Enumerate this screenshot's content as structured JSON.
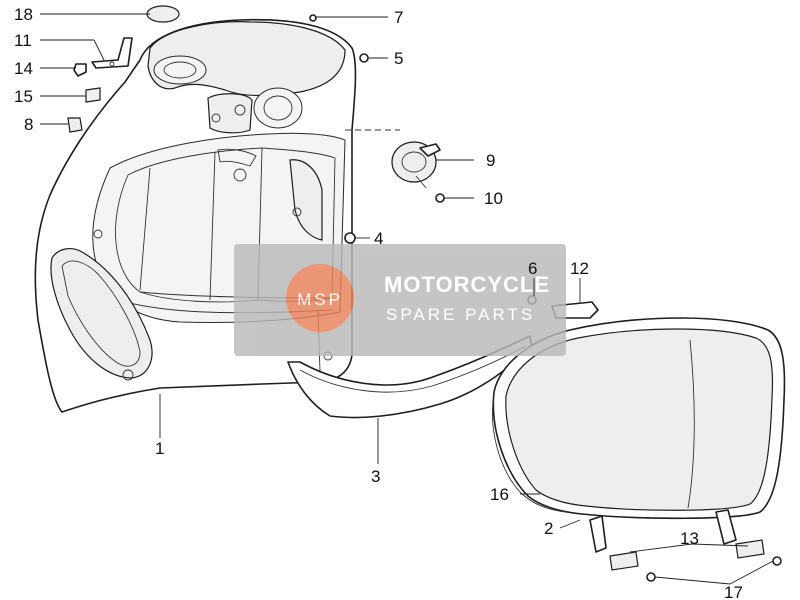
{
  "diagram": {
    "callouts": [
      {
        "id": "1",
        "text": "1"
      },
      {
        "id": "2",
        "text": "2"
      },
      {
        "id": "3",
        "text": "3"
      },
      {
        "id": "4",
        "text": "4"
      },
      {
        "id": "5",
        "text": "5"
      },
      {
        "id": "6",
        "text": "6"
      },
      {
        "id": "7",
        "text": "7"
      },
      {
        "id": "8",
        "text": "8"
      },
      {
        "id": "9",
        "text": "9"
      },
      {
        "id": "10",
        "text": "10"
      },
      {
        "id": "11",
        "text": "11"
      },
      {
        "id": "12",
        "text": "12"
      },
      {
        "id": "13",
        "text": "13"
      },
      {
        "id": "14",
        "text": "14"
      },
      {
        "id": "15",
        "text": "15"
      },
      {
        "id": "16",
        "text": "16"
      },
      {
        "id": "17",
        "text": "17"
      },
      {
        "id": "18",
        "text": "18"
      }
    ]
  },
  "watermark": {
    "title": "MOTORCYCLE",
    "subtitle": "SPARE PARTS",
    "logo_text": "MSP",
    "colors": {
      "panel": "#b9b9b9",
      "logo": "#e8825a"
    }
  }
}
